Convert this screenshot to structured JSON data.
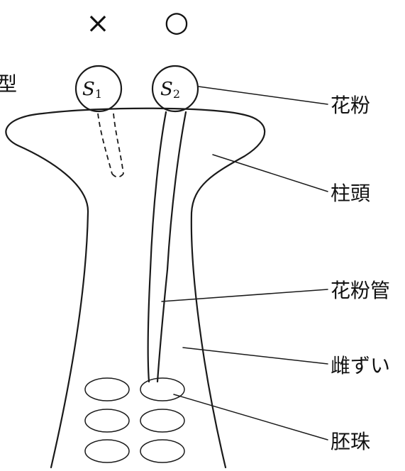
{
  "marks": {
    "s1": "×",
    "s2": "○"
  },
  "left_partial_label": "型",
  "pollen_grains": {
    "s1": {
      "letter": "S",
      "subscript": "1"
    },
    "s2": {
      "letter": "S",
      "subscript": "2"
    }
  },
  "labels": {
    "pollen": "花粉",
    "stigma": "柱頭",
    "pollen_tube": "花粉管",
    "pistil": "雌ずい",
    "ovule": "胚珠"
  }
}
